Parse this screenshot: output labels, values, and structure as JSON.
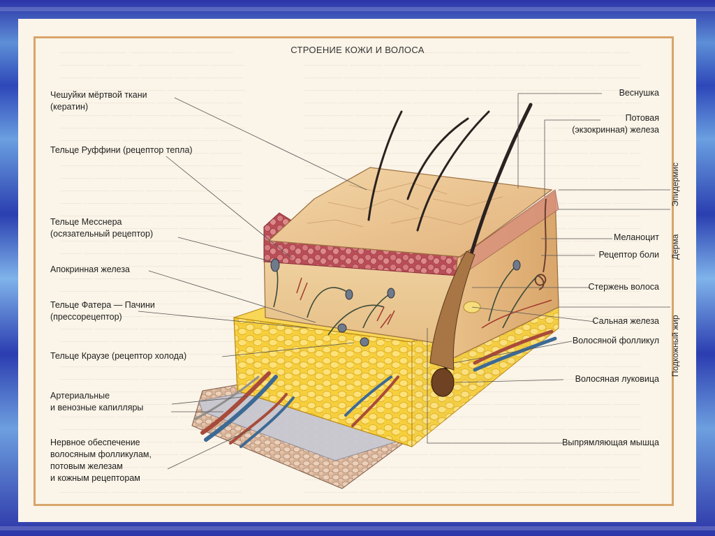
{
  "title": "СТРОЕНИЕ КОЖИ И ВОЛОСА",
  "left_labels": [
    "Чешуйки мёртвой ткани\n(кератин)",
    "Тельце Руффини (рецептор тепла)",
    "Тельце Месснера\n(осязательный рецептор)",
    "Апокринная железа",
    "Тельце Фатера — Пачини\n(прессорецептор)",
    "Тельце Краузе (рецептор холода)",
    "Артериальные\nи венозные капилляры",
    "Нервное обеспечение\nволосяным фолликулам,\nпотовым железам\nи кожным рецепторам"
  ],
  "right_labels": [
    "Веснушка",
    "Потовая\n(экзокринная) железа",
    "Меланоцит",
    "Рецептор боли",
    "Стержень волоса",
    "Сальная железа",
    "Волосяной фолликул",
    "Волосяная луковица",
    "Выпрямляющая мышца"
  ],
  "layer_labels": [
    "Эпидермис",
    "Дерма",
    "Подкожный жир"
  ],
  "colors": {
    "frame": "#d8a56b",
    "epidermis": "#e9c089",
    "dermis_papillae": "#c9616a",
    "fat": "#f2c531",
    "skin_light": "#f1d4a8"
  }
}
